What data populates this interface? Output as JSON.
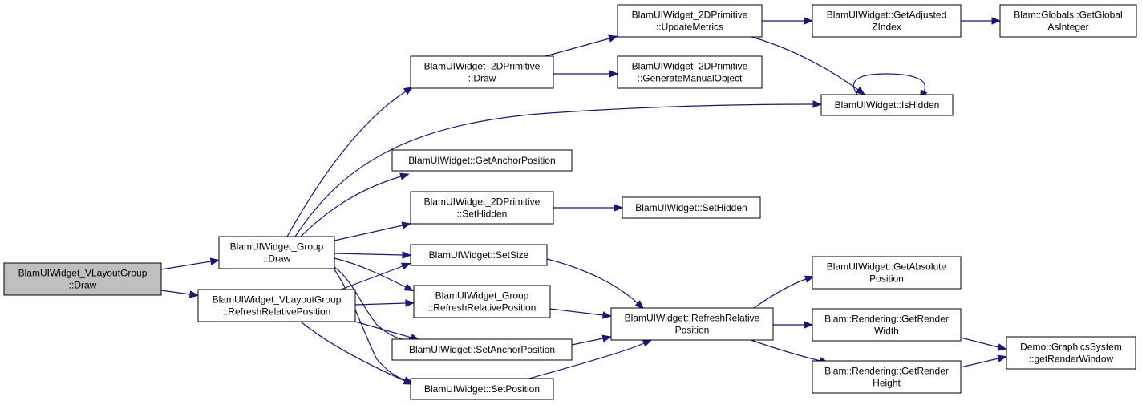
{
  "colors": {
    "edge": "#191970",
    "root_fill": "#bfbfbf",
    "node_fill": "#ffffff",
    "border": "#000000"
  },
  "nodes": {
    "vlayout_draw": [
      "BlamUIWidget_VLayoutGroup",
      "::Draw"
    ],
    "group_draw": [
      "BlamUIWidget_Group",
      "::Draw"
    ],
    "vlayout_refresh": [
      "BlamUIWidget_VLayoutGroup",
      "::RefreshRelativePosition"
    ],
    "prim_draw": [
      "BlamUIWidget_2DPrimitive",
      "::Draw"
    ],
    "get_anchor": [
      "BlamUIWidget::GetAnchorPosition"
    ],
    "prim_sethidden": [
      "BlamUIWidget_2DPrimitive",
      "::SetHidden"
    ],
    "set_size": [
      "BlamUIWidget::SetSize"
    ],
    "group_refresh": [
      "BlamUIWidget_Group",
      "::RefreshRelativePosition"
    ],
    "set_anchor": [
      "BlamUIWidget::SetAnchorPosition"
    ],
    "set_position": [
      "BlamUIWidget::SetPosition"
    ],
    "update_metrics": [
      "BlamUIWidget_2DPrimitive",
      "::UpdateMetrics"
    ],
    "gen_manual": [
      "BlamUIWidget_2DPrimitive",
      "::GenerateManualObject"
    ],
    "set_hidden": [
      "BlamUIWidget::SetHidden"
    ],
    "refresh_rel": [
      "BlamUIWidget::RefreshRelative",
      "Position"
    ],
    "get_adjusted": [
      "BlamUIWidget::GetAdjusted",
      "ZIndex"
    ],
    "is_hidden": [
      "BlamUIWidget::IsHidden"
    ],
    "get_absolute": [
      "BlamUIWidget::GetAbsolute",
      "Position"
    ],
    "render_width": [
      "Blam::Rendering::GetRender",
      "Width"
    ],
    "render_height": [
      "Blam::Rendering::GetRender",
      "Height"
    ],
    "globals": [
      "Blam::Globals::GetGlobal",
      "AsInteger"
    ],
    "graphics": [
      "Demo::GraphicsSystem",
      "::getRenderWindow"
    ]
  },
  "edges": [
    [
      "vlayout_draw",
      "group_draw"
    ],
    [
      "vlayout_draw",
      "vlayout_refresh"
    ],
    [
      "group_draw",
      "prim_draw"
    ],
    [
      "group_draw",
      "is_hidden"
    ],
    [
      "group_draw",
      "get_anchor"
    ],
    [
      "group_draw",
      "prim_sethidden"
    ],
    [
      "group_draw",
      "set_size"
    ],
    [
      "group_draw",
      "group_refresh"
    ],
    [
      "group_draw",
      "set_anchor"
    ],
    [
      "group_draw",
      "set_position"
    ],
    [
      "vlayout_refresh",
      "set_size"
    ],
    [
      "vlayout_refresh",
      "group_refresh"
    ],
    [
      "vlayout_refresh",
      "set_anchor"
    ],
    [
      "vlayout_refresh",
      "set_position"
    ],
    [
      "prim_draw",
      "update_metrics"
    ],
    [
      "prim_draw",
      "gen_manual"
    ],
    [
      "prim_sethidden",
      "set_hidden"
    ],
    [
      "set_size",
      "refresh_rel"
    ],
    [
      "group_refresh",
      "refresh_rel"
    ],
    [
      "set_anchor",
      "refresh_rel"
    ],
    [
      "set_position",
      "refresh_rel"
    ],
    [
      "update_metrics",
      "get_adjusted"
    ],
    [
      "update_metrics",
      "is_hidden"
    ],
    [
      "is_hidden",
      "is_hidden"
    ],
    [
      "get_adjusted",
      "globals"
    ],
    [
      "refresh_rel",
      "get_absolute"
    ],
    [
      "refresh_rel",
      "render_width"
    ],
    [
      "refresh_rel",
      "render_height"
    ],
    [
      "render_width",
      "graphics"
    ],
    [
      "render_height",
      "graphics"
    ]
  ]
}
